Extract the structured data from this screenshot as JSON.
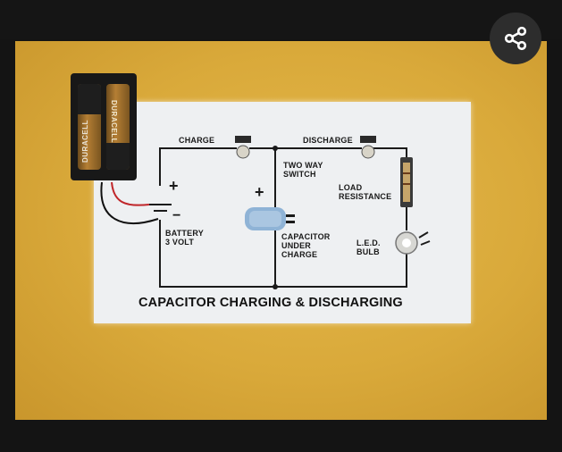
{
  "share": {
    "icon": "share-icon"
  },
  "diagram": {
    "title": "CAPACITOR CHARGING & DISCHARGING",
    "labels": {
      "charge": "CHARGE",
      "discharge": "DISCHARGE",
      "two_way_switch": "TWO WAY\nSWITCH",
      "load_resistance": "LOAD\nRESISTANCE",
      "battery": "BATTERY\n3 VOLT",
      "capacitor": "CAPACITOR\nUNDER\nCHARGE",
      "led_bulb": "L.E.D.\nBULB",
      "plus_battery": "+",
      "minus_battery": "−",
      "plus_capacitor": "+"
    }
  },
  "battery_pack": {
    "brand": "DURACELL"
  },
  "colors": {
    "board": "#d9a93a",
    "paper": "#eef0f2",
    "wire": "#1a1a1a",
    "capacitor": "#8fb3d6"
  }
}
